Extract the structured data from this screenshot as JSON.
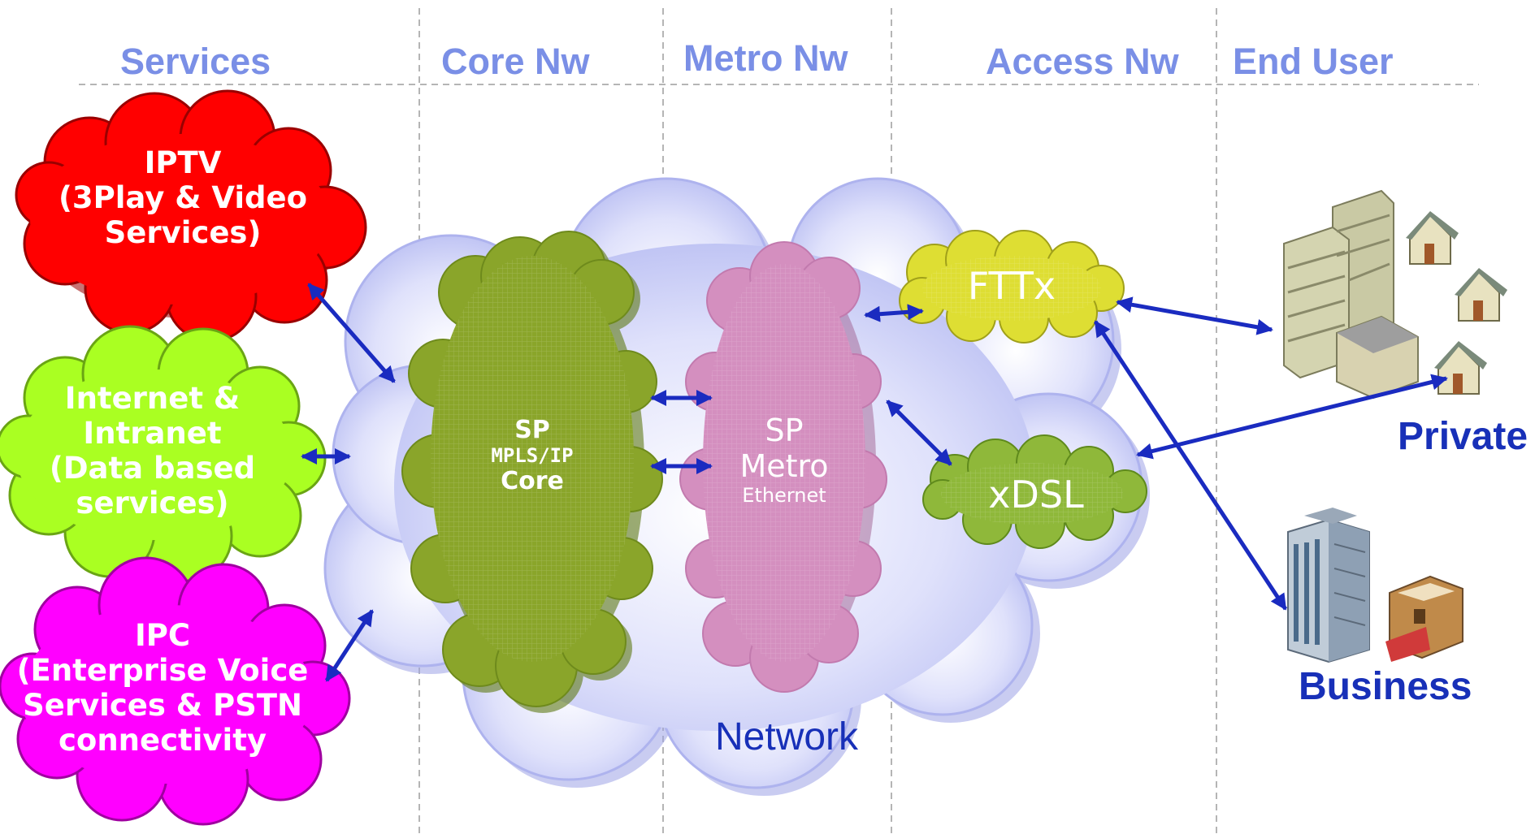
{
  "columns": [
    "Services",
    "Core Nw",
    "Metro Nw",
    "Access Nw",
    "End User"
  ],
  "services": [
    {
      "lines": [
        "IPTV",
        "(3Play & Video",
        "Services)"
      ],
      "color": "#ff0000",
      "outline": "#9a0000"
    },
    {
      "lines": [
        "Internet &",
        "Intranet",
        "(Data based",
        "services)"
      ],
      "color": "#aaff22",
      "outline": "#5d9a0a"
    },
    {
      "lines": [
        "IPC",
        "(Enterprise Voice",
        "Services & PSTN",
        "connectivity"
      ],
      "color": "#ff00ff",
      "outline": "#a000a0"
    }
  ],
  "network": {
    "label": "Network",
    "core": {
      "line1": "SP",
      "line2": "MPLS/IP",
      "line3": "Core",
      "color": "#8aa52a"
    },
    "metro": {
      "line1": "SP",
      "line2": "Metro",
      "line3": "Ethernet",
      "color": "#d48fbf"
    },
    "fttx": {
      "label": "FTTx",
      "color": "#dede33"
    },
    "xdsl": {
      "label": "xDSL",
      "color": "#8fb83a"
    }
  },
  "end_users": {
    "private": "Private",
    "business": "Business"
  },
  "colors": {
    "header": "#7a8fe6",
    "network_cloud": "#c9cdf7",
    "arrow": "#1a2bc0",
    "label_blue": "#1830b8"
  },
  "icons": [
    "apartment-buildings-icon",
    "house-icon",
    "office-tower-icon",
    "shop-icon"
  ]
}
